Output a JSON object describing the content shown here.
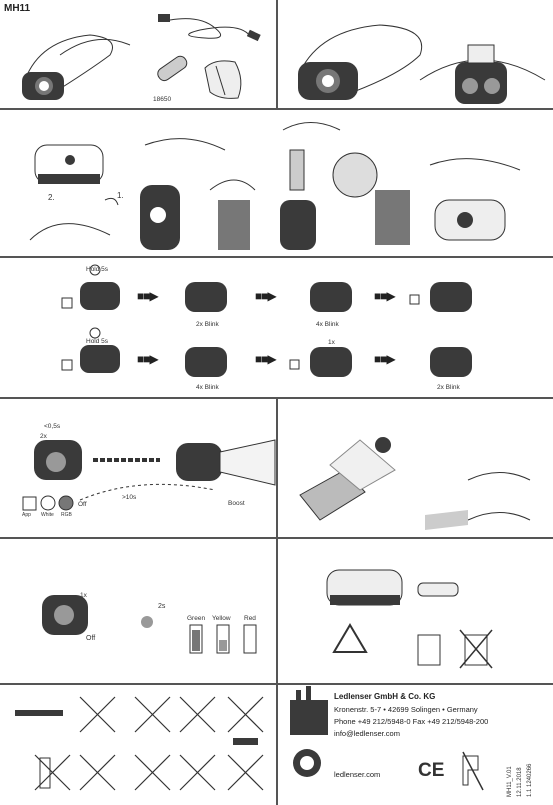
{
  "header": {
    "model": "MH11"
  },
  "parts": {
    "battery_label": "18650"
  },
  "steps": {
    "step2": "2.",
    "step1": "1."
  },
  "lock": {
    "hold_1": "Hold 5s",
    "hold_2": "Hold 5s",
    "blink_2x_a": "2x Blink",
    "blink_4x_a": "4x Blink",
    "blink_4x_b": "4x Blink",
    "blink_2x_b": "2x Blink",
    "press_1x": "1x"
  },
  "modes": {
    "short_press": "<0,5s",
    "press_2x": "2x",
    "long_press": ">10s",
    "boost": "Boost",
    "app": "App",
    "white": "White",
    "rgb": "RGB",
    "off": "Off"
  },
  "charge": {
    "press_1x": "1x",
    "off": "Off",
    "duration": "2s",
    "levels": [
      "Green",
      "Yellow",
      "Red"
    ]
  },
  "company": {
    "name": "Ledlenser GmbH & Co. KG",
    "address": "Kronenstr. 5-7 • 42699 Solingen • Germany",
    "phone": "Phone +49 212/5948-0 Fax +49 212/5948-200",
    "email": "info@ledlenser.com",
    "website": "ledlenser.com",
    "version": "MH11_V.01",
    "date": "12.11.2018",
    "doc_number": "1.1 1240266"
  },
  "marks": {
    "ce": "CE"
  }
}
